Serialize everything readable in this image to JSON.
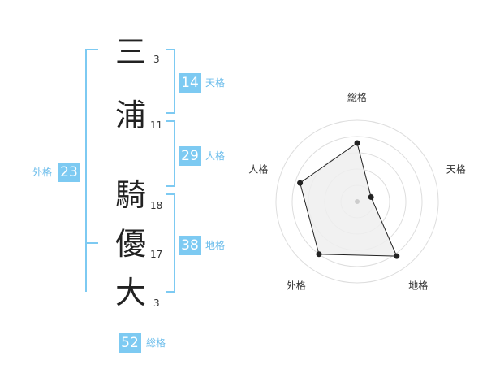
{
  "name": {
    "chars": [
      {
        "char": "三",
        "strokes": "3"
      },
      {
        "char": "浦",
        "strokes": "11"
      },
      {
        "char": "騎",
        "strokes": "18"
      },
      {
        "char": "優",
        "strokes": "17"
      },
      {
        "char": "大",
        "strokes": "3"
      }
    ]
  },
  "scores": {
    "tenkaku": {
      "label": "天格",
      "value": "14"
    },
    "jinkaku": {
      "label": "人格",
      "value": "29"
    },
    "chikaku": {
      "label": "地格",
      "value": "38"
    },
    "gaikaku": {
      "label": "外格",
      "value": "23"
    },
    "soukaku": {
      "label": "総格",
      "value": "52"
    }
  },
  "colors": {
    "accent": "#7dcaf2",
    "accent_text": "#6cbdeb"
  },
  "chart_data": {
    "type": "radar",
    "axes": [
      "総格",
      "天格",
      "地格",
      "外格",
      "人格"
    ],
    "values": [
      0.72,
      0.18,
      0.83,
      0.8,
      0.74
    ],
    "rings": 5,
    "range": [
      0,
      1
    ]
  }
}
